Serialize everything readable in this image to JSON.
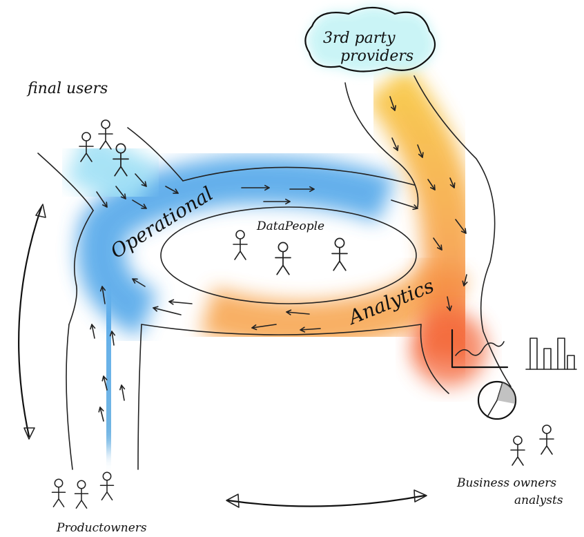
{
  "labels": {
    "provider_line1": "3rd party",
    "provider_sup": "rd",
    "provider_line2": "providers",
    "final_users": "final users",
    "operational": "Operational",
    "data_people": "DataPeople",
    "analytics": "Analytics",
    "product_owners": "Productowners",
    "business_line1": "Business owners",
    "business_line2": "analysts"
  },
  "colors": {
    "operational_blue": "#4aa3e8",
    "light_blue": "#9fe0f5",
    "analytics_orange": "#f7a24a",
    "deep_orange": "#f4683a",
    "yellow": "#f8c640",
    "cloud_cyan": "#c8f4f6"
  },
  "icons": [
    "stick-figure-icon",
    "arrow-icon",
    "line-chart-icon",
    "bar-chart-icon",
    "pie-chart-icon",
    "double-arrow-icon",
    "cloud-icon"
  ]
}
